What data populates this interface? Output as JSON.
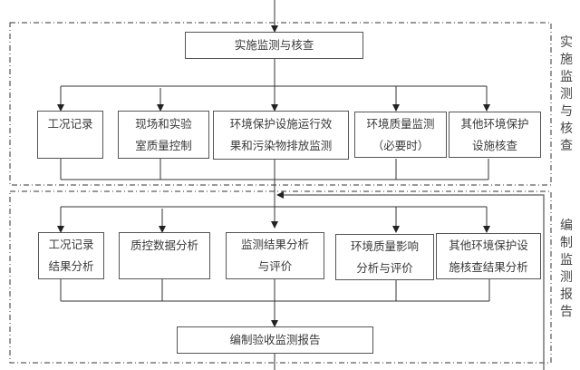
{
  "phase1": {
    "label": [
      "实",
      "施",
      "监",
      "测",
      "与",
      "核",
      "查"
    ],
    "top": "实施监测与核查",
    "boxes": [
      {
        "lines": [
          "工况记录"
        ]
      },
      {
        "lines": [
          "现场和实验",
          "室质量控制"
        ]
      },
      {
        "lines": [
          "环境保护设施运行效",
          "果和污染物排放监测"
        ]
      },
      {
        "lines": [
          "环境质量监测",
          "（必要时）"
        ]
      },
      {
        "lines": [
          "其他环境保护",
          "设施核查"
        ]
      }
    ]
  },
  "phase2": {
    "label": [
      "编",
      "制",
      "监",
      "测",
      "报",
      "告"
    ],
    "bottom": "编制验收监测报告",
    "boxes": [
      {
        "lines": [
          "工况记录",
          "结果分析"
        ]
      },
      {
        "lines": [
          "质控数据分析"
        ]
      },
      {
        "lines": [
          "监测结果分析",
          "与评价"
        ]
      },
      {
        "lines": [
          "环境质量影响",
          "分析与评价"
        ]
      },
      {
        "lines": [
          "其他环境保护设",
          "施核查结果分析"
        ]
      }
    ]
  }
}
